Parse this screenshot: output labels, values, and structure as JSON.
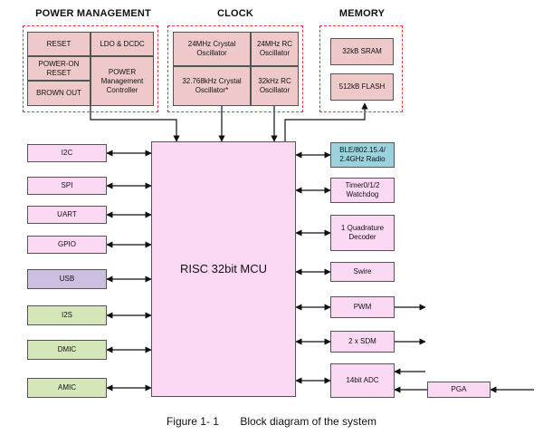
{
  "groups": {
    "power": "POWER MANAGEMENT",
    "clock": "CLOCK",
    "memory": "MEMORY"
  },
  "power_blocks": {
    "reset": "RESET",
    "ldo": "LDO & DCDC",
    "power_on_reset": "POWER-ON\nRESET",
    "brown_out": "BROWN OUT",
    "pm_controller": "POWER\nManagement\nController"
  },
  "clock_blocks": {
    "osc_24mhz_crystal": "24MHz Crystal\nOscillator",
    "osc_24mhz_rc": "24MHz RC\nOscillator",
    "osc_32k_crystal": "32.768kHz Crystal\nOscillator*",
    "osc_32k_rc": "32kHz RC\nOscillator"
  },
  "memory_blocks": {
    "sram": "32kB SRAM",
    "flash": "512kB FLASH"
  },
  "mcu": "RISC 32bit MCU",
  "left_blocks": {
    "i2c": "I2C",
    "spi": "SPI",
    "uart": "UART",
    "gpio": "GPIO",
    "usb": "USB",
    "i2s": "I2S",
    "dmic": "DMIC",
    "amic": "AMIC"
  },
  "right_blocks": {
    "radio": "BLE/802.15.4/\n2.4GHz Radio",
    "timer": "Timer0/1/2\nWatchdog",
    "quad": "1 Quadrature\nDecoder",
    "swire": "Swire",
    "pwm": "PWM",
    "sdm": "2 x SDM",
    "adc": "14bit ADC",
    "pga": "PGA"
  },
  "colors": {
    "group_border": "#e23b3b",
    "power_fill": "#efc9c9",
    "block_fill": "#fbd8f3",
    "usb_fill": "#cdbfe0",
    "audio_fill": "#d5e6b9",
    "radio_fill": "#9ad3de"
  },
  "caption": "Figure 1- 1       Block diagram of the system"
}
